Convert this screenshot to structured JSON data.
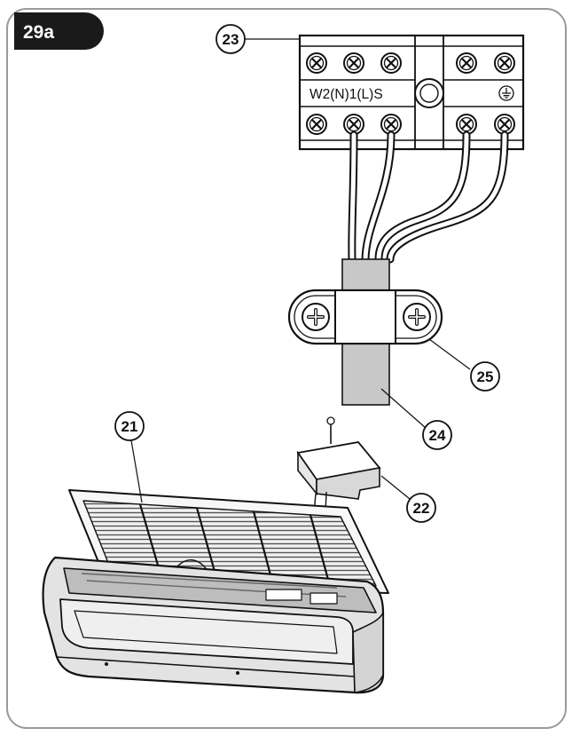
{
  "figure": {
    "badge": "29a",
    "terminal_label": "W2(N)1(L)S",
    "ground_symbol": "ground-icon",
    "callouts": {
      "terminal_block": "23",
      "cable_clamp": "25",
      "cable": "24",
      "indoor_unit": "21",
      "terminal_cover": "22"
    }
  },
  "colors": {
    "badge_bg": "#1a1a1a",
    "line": "#111111",
    "frame": "#9a9a9a",
    "cable_fill": "#c8c8c8",
    "unit_fill": "#e3e3e3"
  }
}
